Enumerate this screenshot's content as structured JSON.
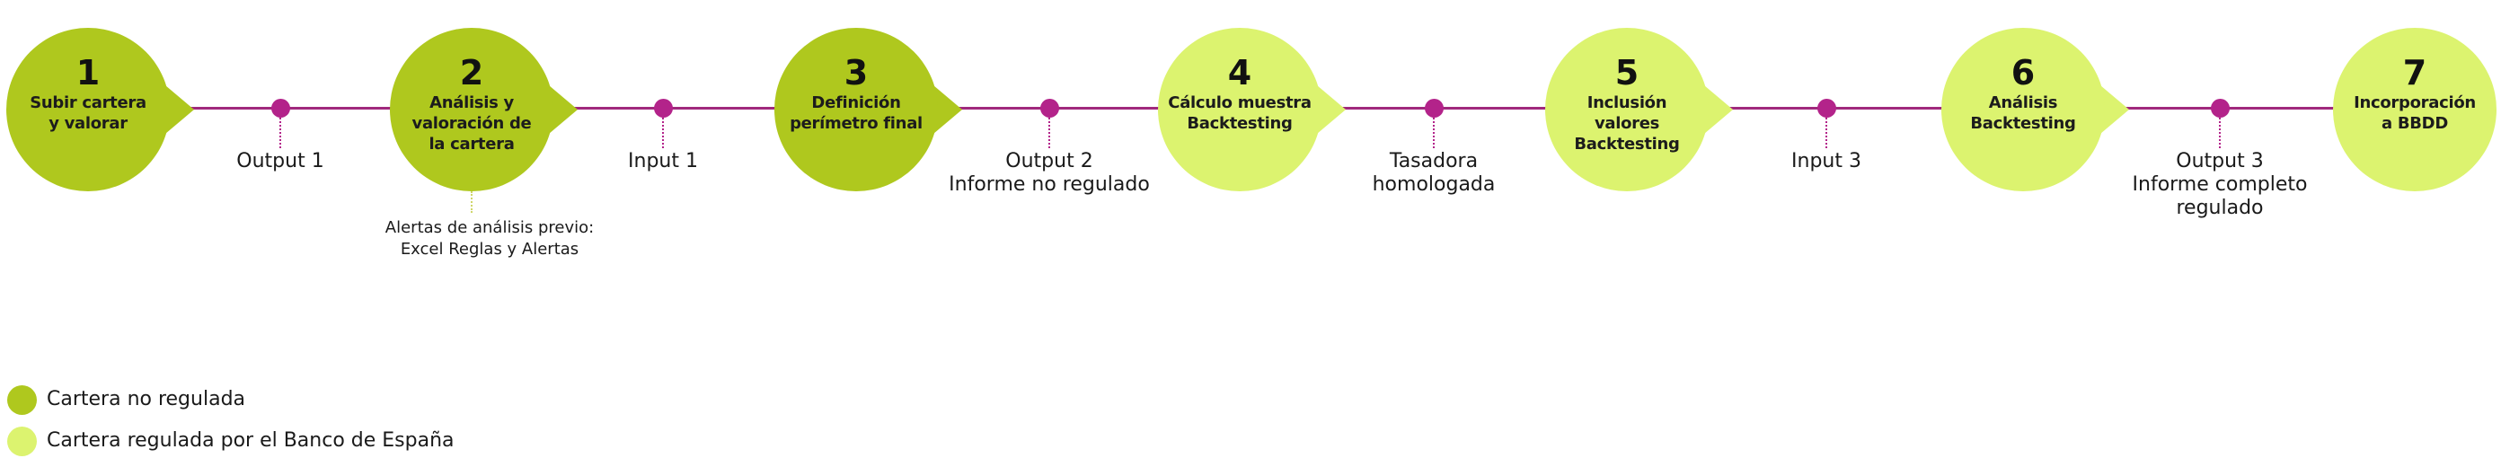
{
  "colors": {
    "non_regulated": "#afc81e",
    "regulated": "#dcf36f",
    "connector": "#a0297d",
    "io_dot": "#b3238a"
  },
  "steps": [
    {
      "number": "1",
      "label": "Subir cartera\ny valorar",
      "type": "non_regulated"
    },
    {
      "number": "2",
      "label": "Análisis y\nvaloración de\nla cartera",
      "type": "non_regulated"
    },
    {
      "number": "3",
      "label": "Definición\nperímetro final",
      "type": "non_regulated"
    },
    {
      "number": "4",
      "label": "Cálculo muestra\nBacktesting",
      "type": "regulated"
    },
    {
      "number": "5",
      "label": "Inclusión\nvalores\nBacktesting",
      "type": "regulated"
    },
    {
      "number": "6",
      "label": "Análisis\nBacktesting",
      "type": "regulated"
    },
    {
      "number": "7",
      "label": "Incorporación\na BBDD",
      "type": "regulated"
    }
  ],
  "connectors": [
    {
      "label": "Output 1"
    },
    {
      "label": "Input 1"
    },
    {
      "label": "Output 2\nInforme no regulado"
    },
    {
      "label": "Tasadora\nhomologada"
    },
    {
      "label": "Input 3"
    },
    {
      "label": "Output 3\nInforme completo\nregulado"
    }
  ],
  "note": {
    "attached_to_step": "2",
    "text": "Alertas de análisis previo:\nExcel Reglas y Alertas"
  },
  "legend": [
    {
      "label": "Cartera no regulada",
      "type": "non_regulated"
    },
    {
      "label": "Cartera regulada por el Banco de España",
      "type": "regulated"
    }
  ]
}
